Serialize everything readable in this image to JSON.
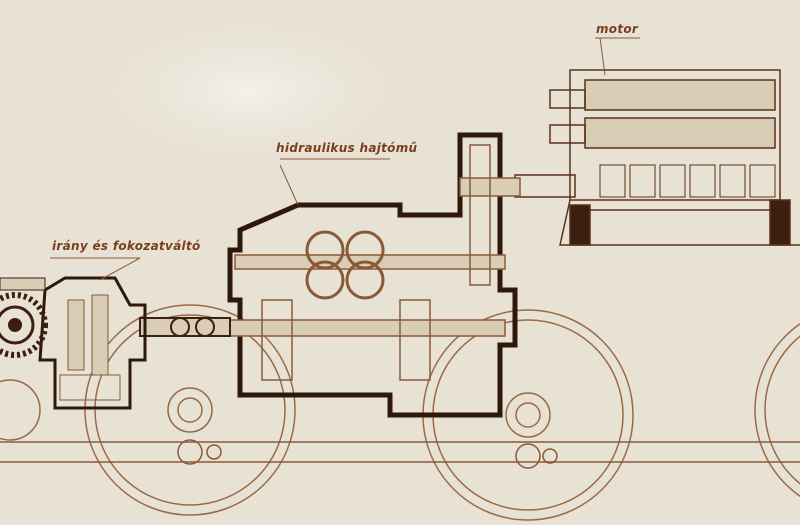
{
  "labels": {
    "motor": "motor",
    "hydraulic": "hidraulikus hajtómű",
    "gearbox": "irány és fokozatváltó"
  },
  "colors": {
    "paper": "#e8e2d5",
    "ink": "#3c1f10",
    "line": "#8a5a36",
    "label": "#7a3e1c"
  }
}
